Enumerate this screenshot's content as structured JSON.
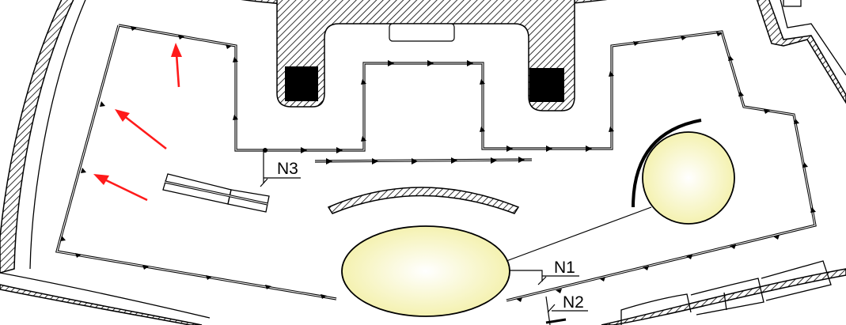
{
  "labels": {
    "n1": "N1",
    "n2": "N2",
    "n3": "N3"
  },
  "colors": {
    "lamp_center": "#ffffff",
    "lamp_edge": "#f3f0a8",
    "arrow": "#ff1a1a",
    "line": "#000000"
  },
  "arrows": [
    {
      "name": "red-arrow-up"
    },
    {
      "name": "red-arrow-diagonal"
    },
    {
      "name": "red-arrow-lower"
    }
  ]
}
